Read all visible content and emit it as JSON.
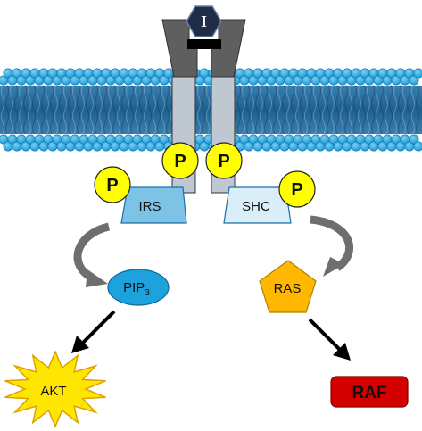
{
  "ligand": {
    "label": "I",
    "color": "#1f2d4a"
  },
  "phospho_label": "P",
  "adaptors": {
    "left": "IRS",
    "right": "SHC"
  },
  "effectors": {
    "pip3_base": "PIP",
    "pip3_sub": "3",
    "ras": "RAS",
    "akt": "AKT",
    "raf": "RAF"
  },
  "colors": {
    "membrane_head": "#1ea2dd",
    "membrane_tail": "#2a6f9c",
    "receptor_dark": "#5f5f5f",
    "receptor_light": "#bfc8d0",
    "phospho": "#ffff00",
    "irs": "#7cc3e6",
    "shc": "#d9eef9",
    "pip3": "#1ea2dd",
    "ras": "#ffb700",
    "akt": "#ffe600",
    "raf": "#d40000"
  }
}
